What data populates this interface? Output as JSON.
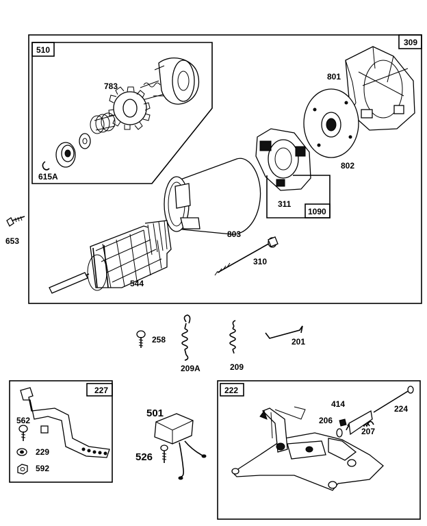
{
  "boxes": {
    "b309": "309",
    "b510": "510",
    "b1090": "1090",
    "b227": "227",
    "b222": "222"
  },
  "labels": {
    "p783": "783",
    "p615a": "615A",
    "p801": "801",
    "p802": "802",
    "p311": "311",
    "p653": "653",
    "p803": "803",
    "p310": "310",
    "p544": "544",
    "p258": "258",
    "p209a": "209A",
    "p209": "209",
    "p201": "201",
    "p562": "562",
    "p229": "229",
    "p592": "592",
    "p501": "501",
    "p526": "526",
    "p414": "414",
    "p206": "206",
    "p207": "207",
    "p224": "224"
  }
}
